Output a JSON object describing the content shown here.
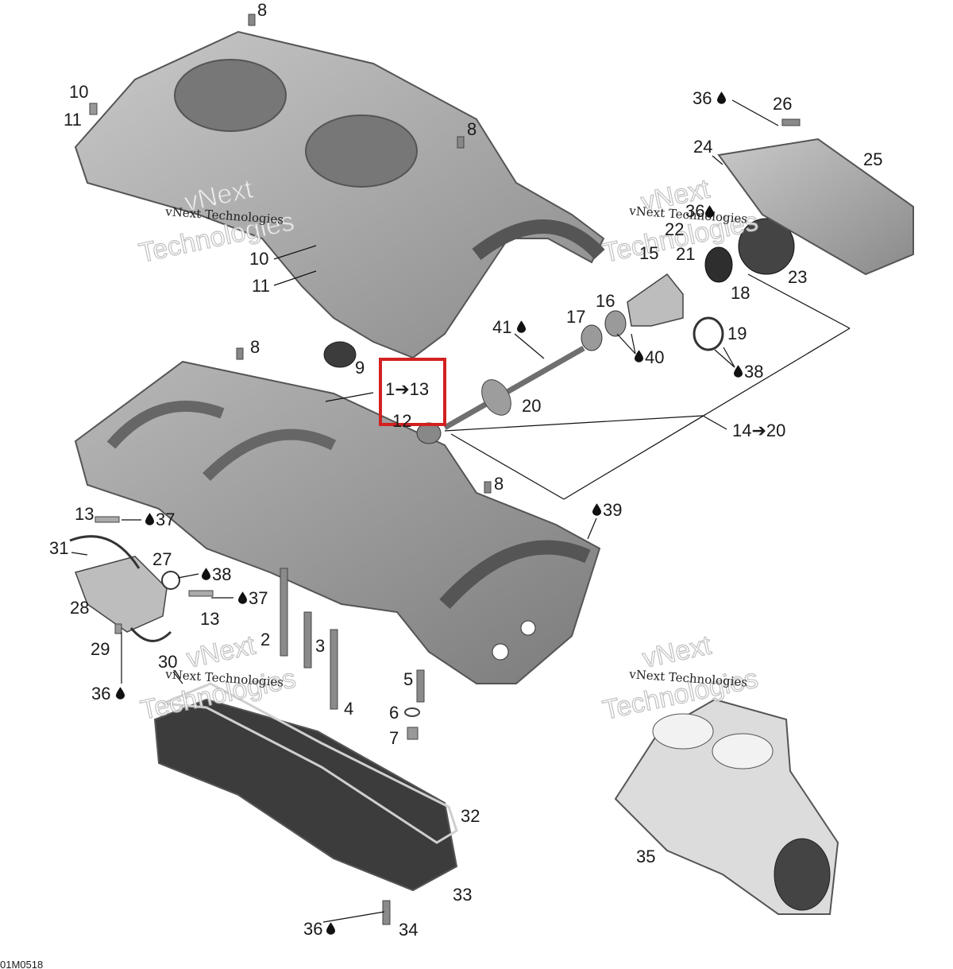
{
  "document_code": "01M0518",
  "watermark": {
    "line1": "vNext Technologies",
    "line2": "vNext",
    "line3": "Technologies"
  },
  "callouts": {
    "c8a": "8",
    "c8b": "8",
    "c8c": "8",
    "c8d": "8",
    "c10a": "10",
    "c11a": "11",
    "c10b": "10",
    "c11b": "11",
    "c9": "9",
    "highlight_range": "1➔13",
    "c12": "12",
    "c20": "20",
    "c41": "41",
    "c17": "17",
    "c16": "16",
    "c15": "15",
    "c40": "40",
    "c14_20": "14➔20",
    "c19": "19",
    "c38a": "38",
    "c21": "21",
    "c22": "22",
    "c18": "18",
    "c23": "23",
    "c24": "24",
    "c25": "25",
    "c26": "26",
    "c36a": "36",
    "c36b": "36",
    "c36c": "36",
    "c36d": "36",
    "c39": "39",
    "c13a": "13",
    "c37a": "37",
    "c31": "31",
    "c27": "27",
    "c38b": "38",
    "c28": "28",
    "c13b": "13",
    "c37b": "37",
    "c29": "29",
    "c2": "2",
    "c3": "3",
    "c4": "4",
    "c5": "5",
    "c6": "6",
    "c7": "7",
    "c30": "30",
    "c32": "32",
    "c33": "33",
    "c34": "34",
    "c35": "35"
  },
  "colors": {
    "highlight_box": "#d32020",
    "crankcase": "#9a9a9a",
    "cover": "#3c3c3c"
  }
}
